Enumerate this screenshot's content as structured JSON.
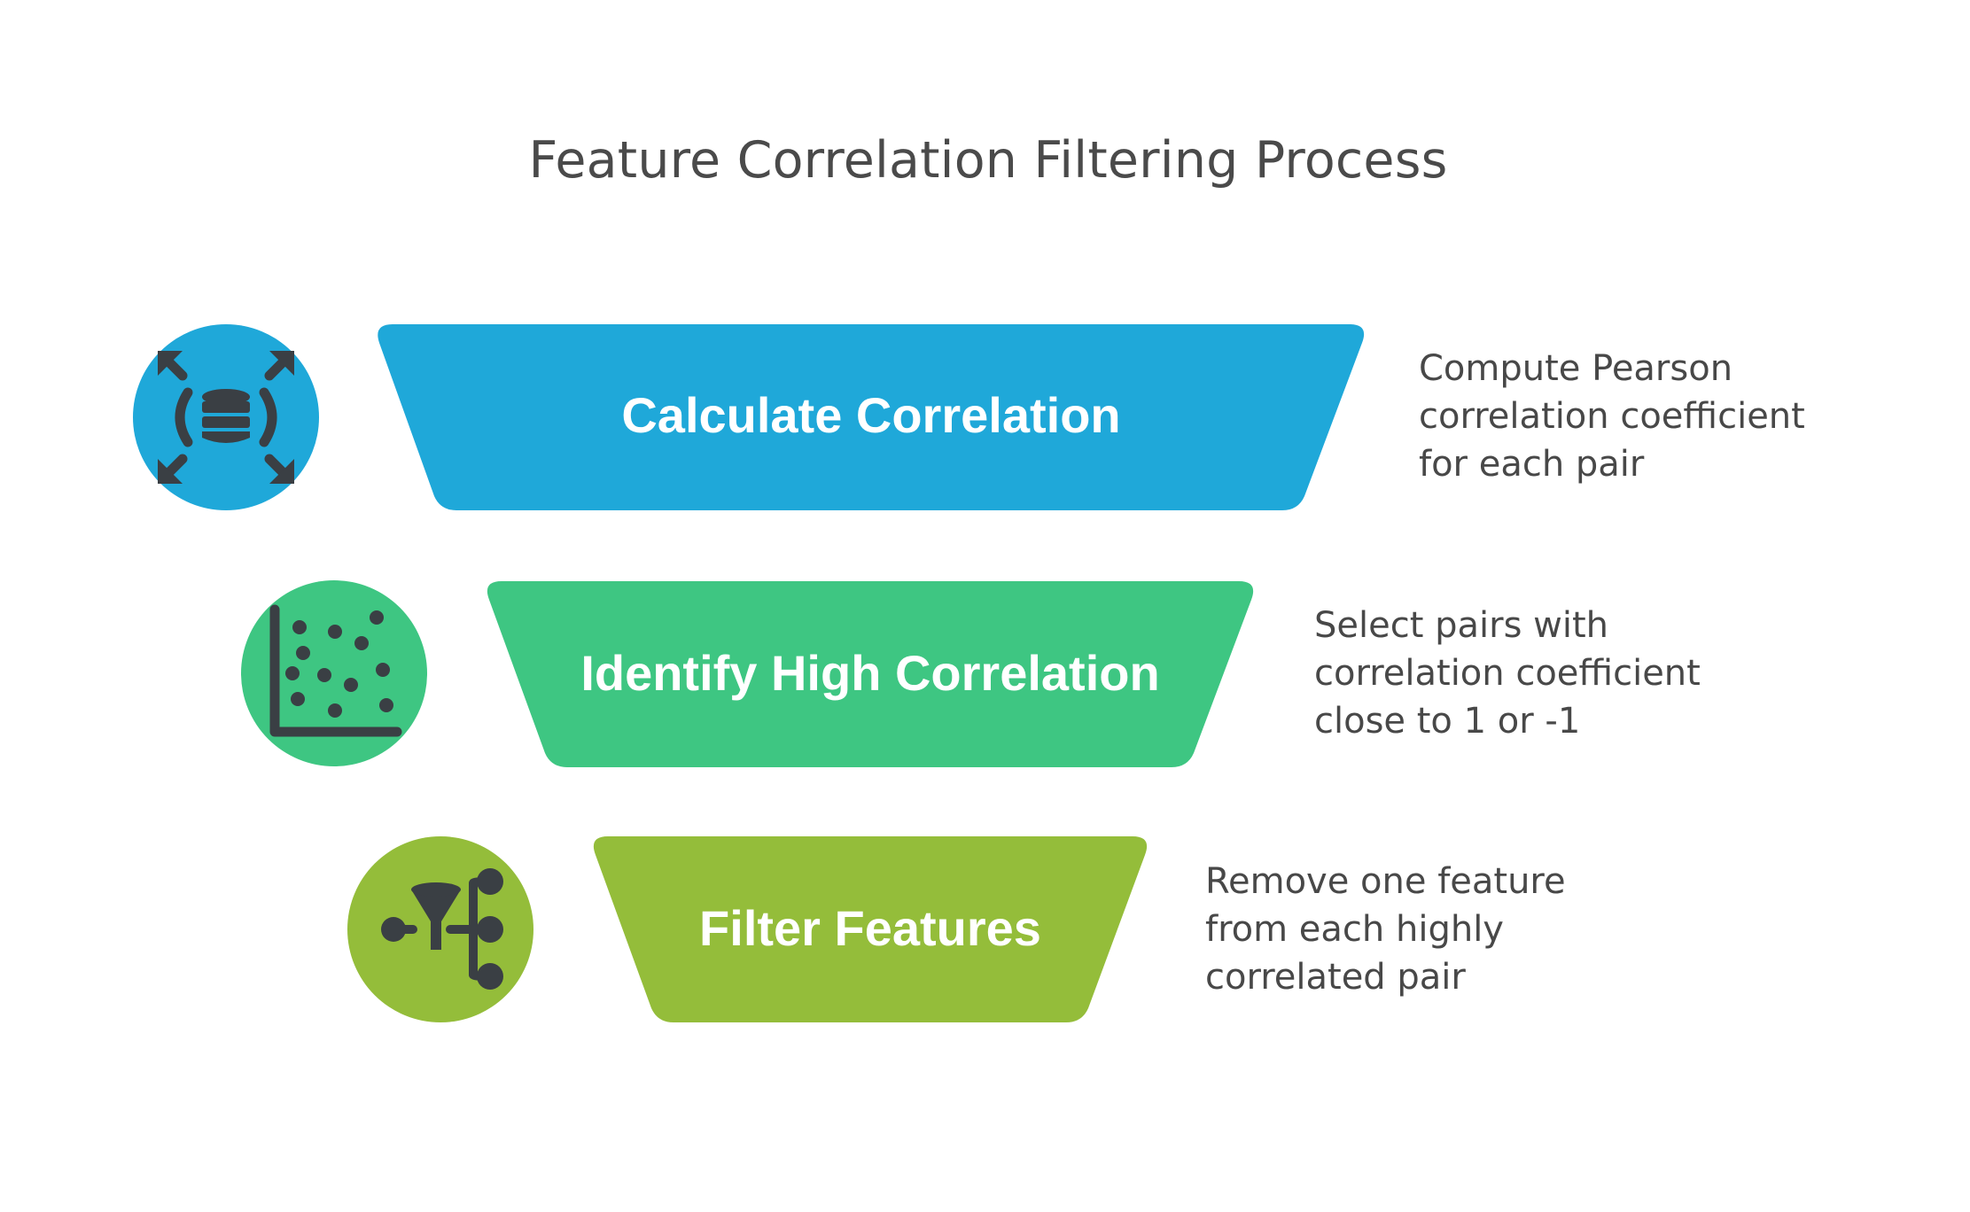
{
  "title": "Feature Correlation Filtering Process",
  "steps": [
    {
      "label": "Calculate Correlation",
      "color": "#1fa8d9",
      "icon": "database-expand-icon",
      "description": [
        "Compute Pearson",
        "correlation coefficient",
        "for each pair"
      ]
    },
    {
      "label": "Identify High Correlation",
      "color": "#3ec682",
      "icon": "scatter-plot-icon",
      "description": [
        "Select pairs with",
        "correlation coefficient",
        "close to 1 or -1"
      ]
    },
    {
      "label": "Filter Features",
      "color": "#94bd3a",
      "icon": "funnel-filter-icon",
      "description": [
        "Remove one feature",
        "from each highly",
        "correlated pair"
      ]
    }
  ],
  "colors": {
    "icon_fg": "#3a3f44",
    "label_text": "#ffffff",
    "description_text": "#484848",
    "title_text": "#4a4a4a"
  }
}
